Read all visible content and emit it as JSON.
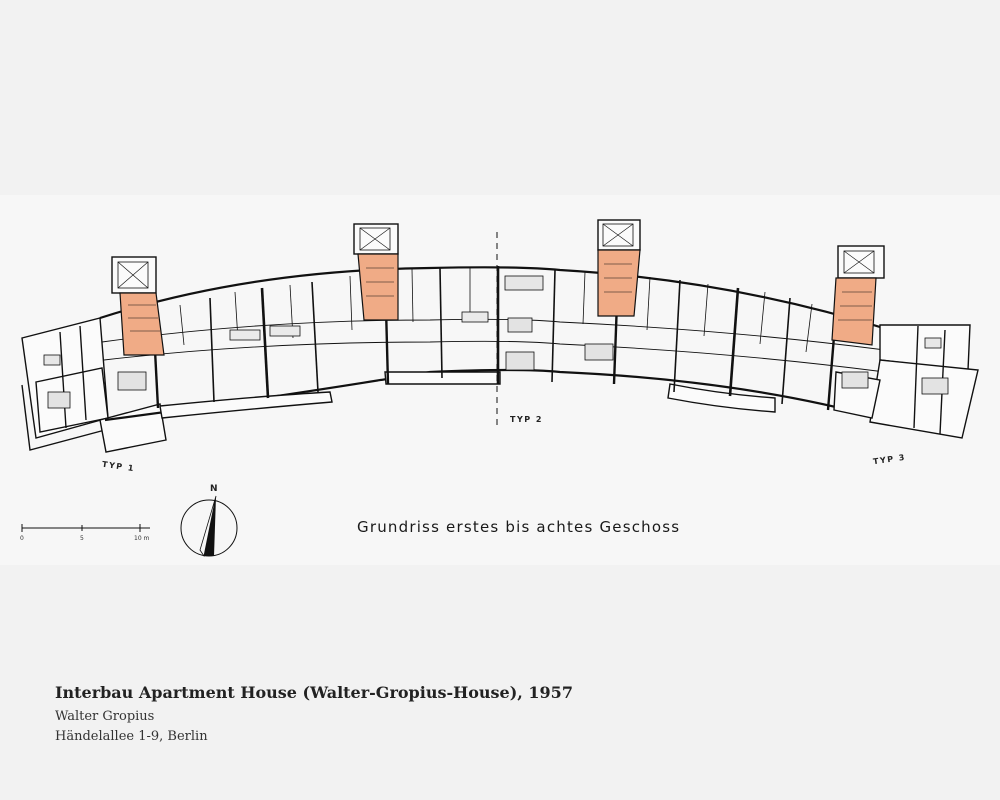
{
  "plan": {
    "labels": {
      "typ1": "TYP 1",
      "typ2": "TYP 2",
      "typ3": "TYP 3",
      "north": "N"
    },
    "title": "Grundriss erstes bis achtes Geschoss",
    "scale": {
      "t0": "0",
      "t5": "5",
      "t10": "10 m"
    },
    "colors": {
      "stair": "#f0ab86",
      "wall": "#111111"
    }
  },
  "caption": {
    "title": "Interbau Apartment House (Walter-Gropius-House), 1957",
    "architect": "Walter Gropius",
    "address": "Händelallee 1-9, Berlin"
  }
}
